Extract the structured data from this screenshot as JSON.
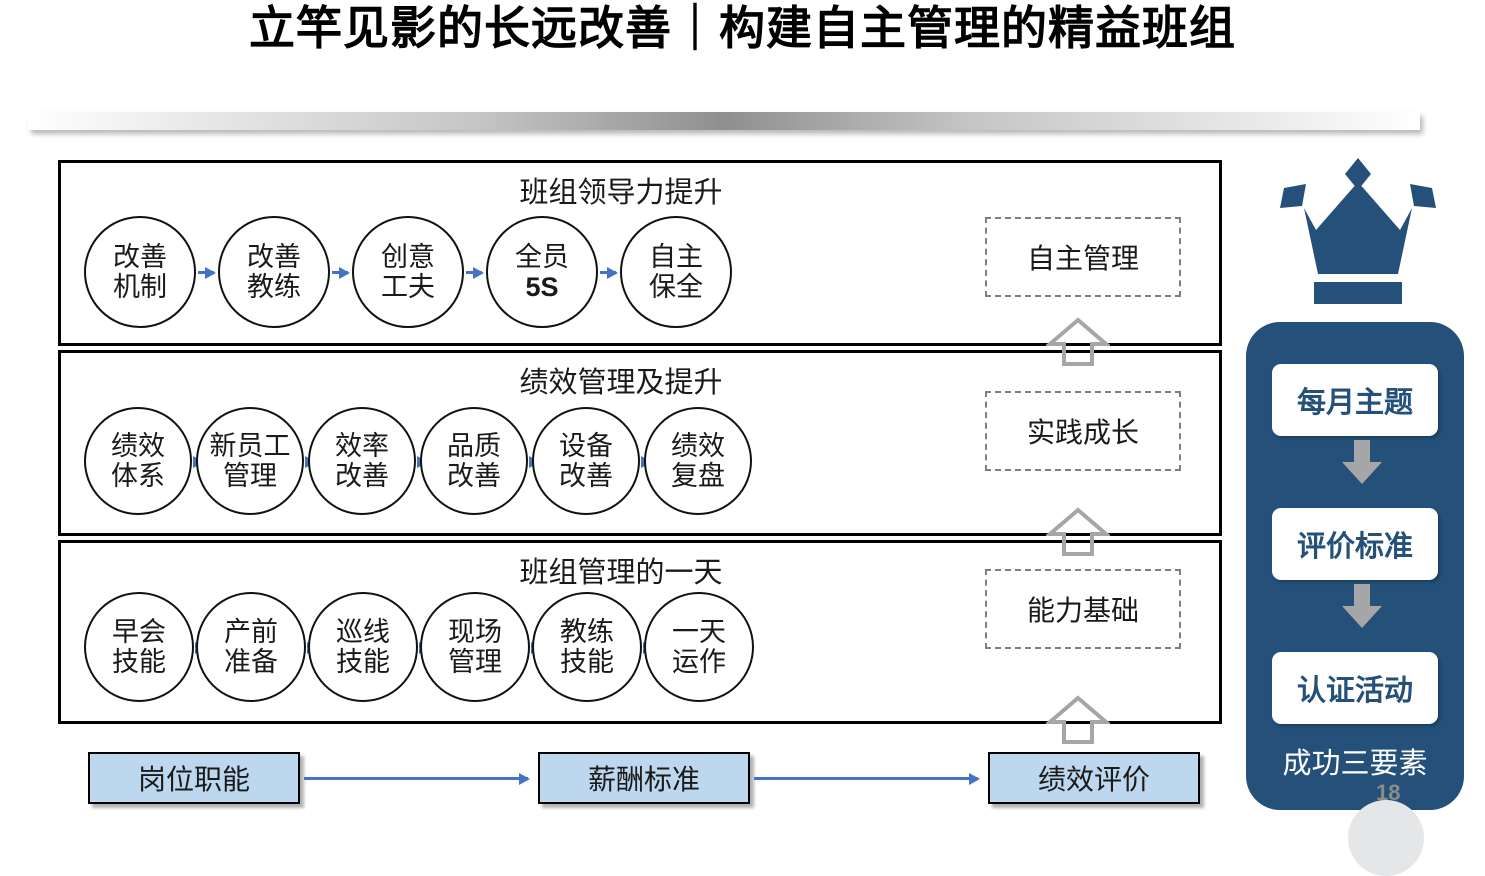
{
  "slide": {
    "title": "立竿见影的长远改善｜构建自主管理的精益班组",
    "page_number": "18"
  },
  "colors": {
    "arrow_blue": "#4472C4",
    "panel_blue": "#245079",
    "box_fill": "#BDD7EE",
    "gray_arrow": "#A6A6A6",
    "dashed_border": "#7F7F7F"
  },
  "rows": [
    {
      "header": "班组领导力提升",
      "circles": [
        {
          "line1": "改善",
          "line2": "机制",
          "bold2": false
        },
        {
          "line1": "改善",
          "line2": "教练",
          "bold2": false
        },
        {
          "line1": "创意",
          "line2": "工夫",
          "bold2": false
        },
        {
          "line1": "全员",
          "line2": "5S",
          "bold2": true
        },
        {
          "line1": "自主",
          "line2": "保全",
          "bold2": false
        }
      ],
      "outcome": "自主管理"
    },
    {
      "header": "绩效管理及提升",
      "circles": [
        {
          "line1": "绩效",
          "line2": "体系",
          "bold2": false
        },
        {
          "line1": "新员工",
          "line2": "管理",
          "bold2": false
        },
        {
          "line1": "效率",
          "line2": "改善",
          "bold2": false
        },
        {
          "line1": "品质",
          "line2": "改善",
          "bold2": false
        },
        {
          "line1": "设备",
          "line2": "改善",
          "bold2": false
        },
        {
          "line1": "绩效",
          "line2": "复盘",
          "bold2": false
        }
      ],
      "outcome": "实践成长"
    },
    {
      "header": "班组管理的一天",
      "circles": [
        {
          "line1": "早会",
          "line2": "技能",
          "bold2": false
        },
        {
          "line1": "产前",
          "line2": "准备",
          "bold2": false
        },
        {
          "line1": "巡线",
          "line2": "技能",
          "bold2": false
        },
        {
          "line1": "现场",
          "line2": "管理",
          "bold2": false
        },
        {
          "line1": "教练",
          "line2": "技能",
          "bold2": false
        },
        {
          "line1": "一天",
          "line2": "运作",
          "bold2": false
        }
      ],
      "outcome": "能力基础"
    }
  ],
  "bottom_flow": {
    "boxes": [
      "岗位职能",
      "薪酬标准",
      "绩效评价"
    ]
  },
  "right_panel": {
    "icon": "crown-icon",
    "cards": [
      "每月主题",
      "评价标准",
      "认证活动"
    ],
    "footer": "成功三要素"
  }
}
